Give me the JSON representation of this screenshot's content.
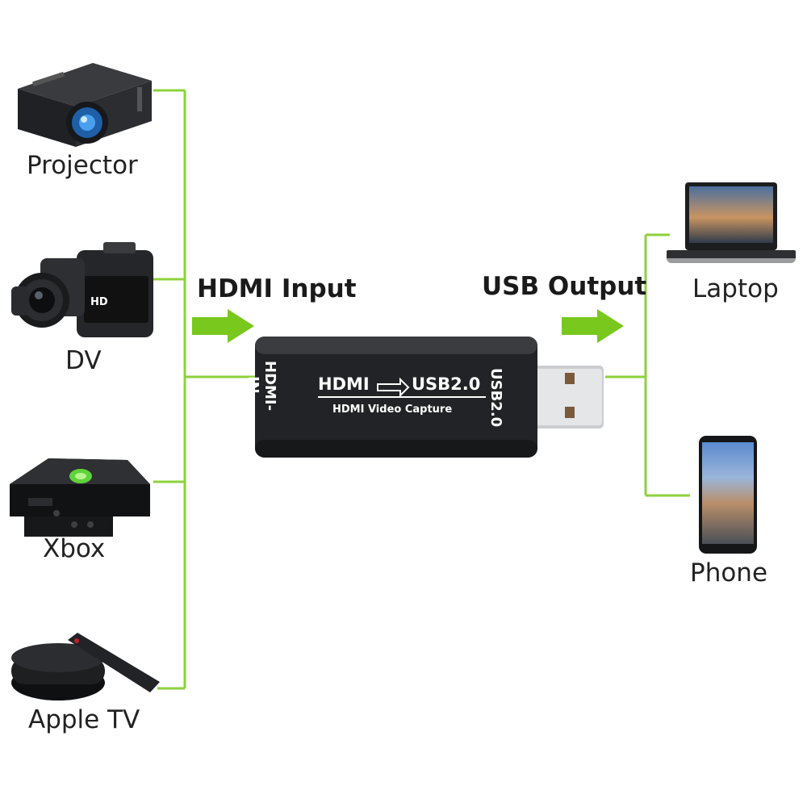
{
  "inputs": {
    "heading": "HDMI Input",
    "devices": [
      {
        "label": "Projector",
        "icon": "projector-icon"
      },
      {
        "label": "DV",
        "icon": "camcorder-icon"
      },
      {
        "label": "Xbox",
        "icon": "xbox-console-icon"
      },
      {
        "label": "Apple TV",
        "icon": "apple-tv-icon"
      }
    ]
  },
  "outputs": {
    "heading": "USB Output",
    "devices": [
      {
        "label": "Laptop",
        "icon": "laptop-icon"
      },
      {
        "label": "Phone",
        "icon": "phone-icon"
      }
    ]
  },
  "capture_device": {
    "side_label_left": "HDMI-IN",
    "main_left": "HDMI",
    "main_right": "USB2.0",
    "sub_label": "HDMI Video Capture",
    "side_label_right": "USB2.0"
  },
  "colors": {
    "connector_line": "#8cd23c",
    "arrow": "#79c81e",
    "device_body": "#2b2d30",
    "usb_plug": "#c9cbcd"
  }
}
